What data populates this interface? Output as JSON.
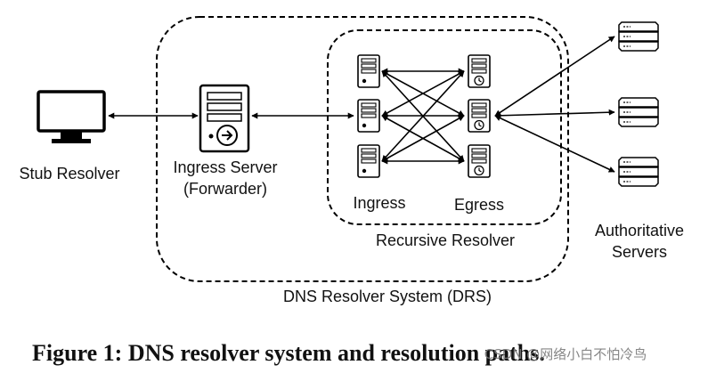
{
  "labels": {
    "stub_resolver": "Stub Resolver",
    "ingress_server_line1": "Ingress Server",
    "ingress_server_line2": "(Forwarder)",
    "ingress": "Ingress",
    "egress": "Egress",
    "recursive_resolver": "Recursive Resolver",
    "authoritative_line1": "Authoritative",
    "authoritative_line2": "Servers",
    "drs": "DNS Resolver System (DRS)"
  },
  "caption": "Figure 1: DNS resolver system and resolution paths.",
  "watermark": "CSDN @网络小白不怕冷鸟"
}
